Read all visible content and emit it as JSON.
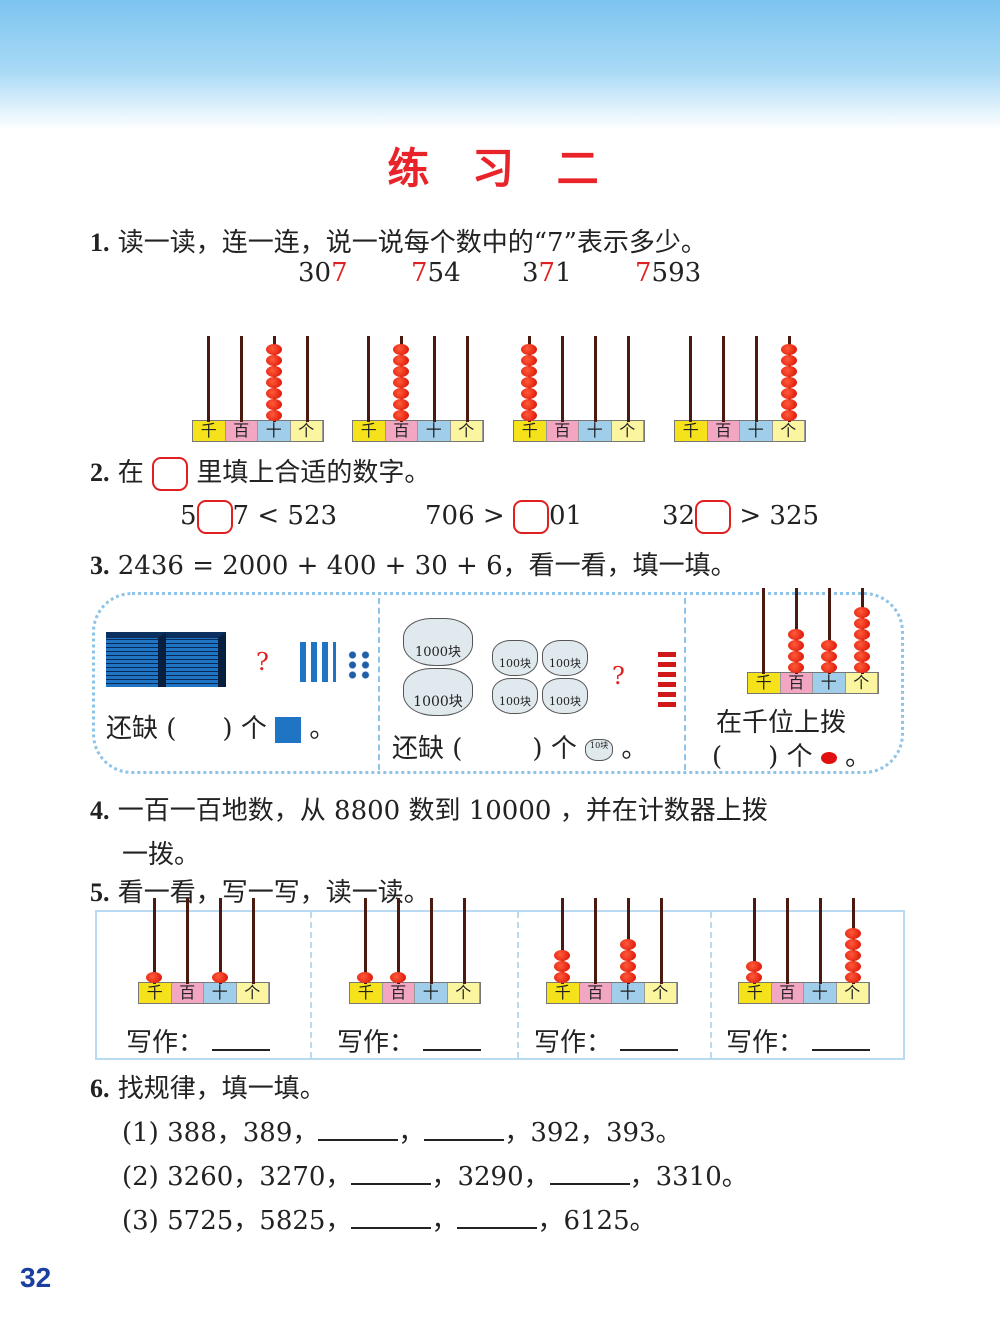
{
  "title": "练 习 二",
  "q1": {
    "num": "1.",
    "text": "读一读，连一连，说一说每个数中的“7”表示多少。",
    "numbers": [
      {
        "pre": "30",
        "red": "7",
        "post": ""
      },
      {
        "pre": "",
        "red": "7",
        "post": "54"
      },
      {
        "pre": "3",
        "red": "7",
        "post": "1"
      },
      {
        "pre": "",
        "red": "7",
        "post": "593"
      }
    ],
    "abacuses": [
      [
        0,
        0,
        7,
        0
      ],
      [
        0,
        7,
        0,
        0
      ],
      [
        7,
        0,
        0,
        0
      ],
      [
        0,
        0,
        0,
        7
      ]
    ]
  },
  "place_labels": [
    "千",
    "百",
    "十",
    "个"
  ],
  "q2": {
    "num": "2.",
    "text_a": "在",
    "text_b": "里填上合适的数字。",
    "items": [
      {
        "a": "5",
        "b": "7 < 523"
      },
      {
        "a": "706 >",
        "b": "01"
      },
      {
        "a": "32",
        "b": "> 325"
      }
    ]
  },
  "q3": {
    "num": "3.",
    "text": "2436 = 2000 + 400 + 30 + 6，看一看，填一填。",
    "p1": {
      "question": "?",
      "text_a": "还缺 (",
      "text_b": ") 个",
      "dot": "。"
    },
    "p2": {
      "bag_big": "1000块",
      "bag_small": "100块",
      "bag_ten": "10块",
      "question": "?",
      "text_a": "还缺 (",
      "text_b": ") 个",
      "dot": "。"
    },
    "p3": {
      "line1": "在千位上拨",
      "text_a": "(",
      "text_b": ") 个",
      "dot": "。",
      "abacus": [
        0,
        4,
        3,
        6
      ]
    }
  },
  "q4": {
    "num": "4.",
    "line1": "一百一百地数，从 8800 数到 10000 ，并在计数器上拨",
    "line2": "一拨。"
  },
  "q5": {
    "num": "5.",
    "text": "看一看，写一写，读一读。",
    "write_label": "写作：",
    "abacuses": [
      [
        1,
        0,
        1,
        0
      ],
      [
        1,
        1,
        0,
        0
      ],
      [
        3,
        0,
        4,
        0
      ],
      [
        2,
        0,
        0,
        5
      ]
    ]
  },
  "q6": {
    "num": "6.",
    "text": "找规律，填一填。",
    "rows": [
      {
        "label": "(1)",
        "a": "388，389，",
        "mid": "，",
        "b": "，392，393。"
      },
      {
        "label": "(2)",
        "a": "3260，3270，",
        "mid": "，3290，",
        "b": "，3310。"
      },
      {
        "label": "(3)",
        "a": "5725，5825，",
        "mid": "，",
        "b": "，6125。"
      }
    ]
  },
  "page_number": "32"
}
